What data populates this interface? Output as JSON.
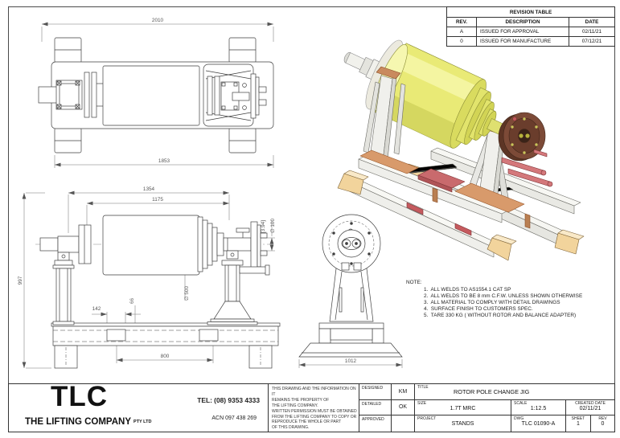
{
  "revision_table": {
    "title": "REVISION TABLE",
    "columns": {
      "rev": "REV.",
      "description": "DESCRIPTION",
      "date": "DATE"
    },
    "rows": [
      {
        "rev": "A",
        "description": "ISSUED FOR APPROVAL",
        "date": "02/11/21"
      },
      {
        "rev": "0",
        "description": "ISSUED FOR MANUFACTURE",
        "date": "07/12/21"
      }
    ]
  },
  "notes": {
    "heading": "NOTE:",
    "items": [
      "1.  ALL WELDS TO AS1554.1 CAT SP",
      "2.  ALL WELDS TO BE 8 mm C.F.W. UNLESS SHOWN OTHERWISE",
      "3.  ALL MATERIAL TO COMPLY WITH DETAIL DRAWINGS",
      "4.  SURFACE FINISH TO CUSTOMERS SPEC.",
      "5.  TARE 330 KG ( WITHOUT ROTOR AND BALANCE ADAPTER)"
    ]
  },
  "dimensions": {
    "top_view": {
      "overall_length": "2010",
      "base_length": "1853"
    },
    "front_view": {
      "overall": "1354",
      "rotor_length": "1175",
      "height": "997",
      "rotor_diameter": "∅ 500",
      "shaft_ref": "[3.94]",
      "shaft_diameter": "∅ 100",
      "slot_width": "142",
      "slot_offset": "66",
      "slot_spacing": "800"
    },
    "end_view": {
      "base_width": "1012"
    }
  },
  "title_block": {
    "logo": "TLC",
    "company_name": "THE LIFTING COMPANY",
    "company_suffix": "PTY LTD",
    "tel": "TEL: (08) 9353 4333",
    "acn": "ACN 097 438 269",
    "disclaimer_lines": [
      "THIS DRAWING AND THE INFORMATION ON IT",
      "REMAINS THE PROPERTY OF",
      "THE LIFTING COMPANY.",
      "WRITTEN PERMISSION MUST BE OBTAINED",
      "FROM THE LIFTING COMPANY TO COPY OR",
      "REPRODUCE THE WHOLE OR PART",
      "OF THIS DRAWING."
    ],
    "fields": {
      "designed_label": "DESIGNED",
      "designed_value": "KM",
      "detailed_label": "DETAILED",
      "detailed_value": "OK",
      "approved_label": "APPROVED",
      "approved_value": "",
      "title_label": "TITLE",
      "title_value": "ROTOR POLE CHANGE JIG",
      "size_label": "SIZE",
      "size_value": "1.7T MRC",
      "scale_label": "SCALE",
      "scale_value": "1:12.5",
      "created_date_label": "CREATED DATE",
      "created_date_value": "02/11/21",
      "project_label": "PROJECT",
      "project_value": "STANDS",
      "dwg_label": "DWG",
      "dwg_value": "TLC 01090-A",
      "sheet_label": "SHEET",
      "sheet_value": "1",
      "rev_label": "REV",
      "rev_value": "0"
    }
  },
  "colors": {
    "rotor_yellow": "#e9ea76",
    "steel_gray": "#efefeb",
    "foot_tan": "#f2d49c",
    "copper": "#d89a6b",
    "handle_red": "#d4787b",
    "flange_brown": "#7c4a37",
    "line": "#3f3f3f",
    "dim": "#666666"
  }
}
